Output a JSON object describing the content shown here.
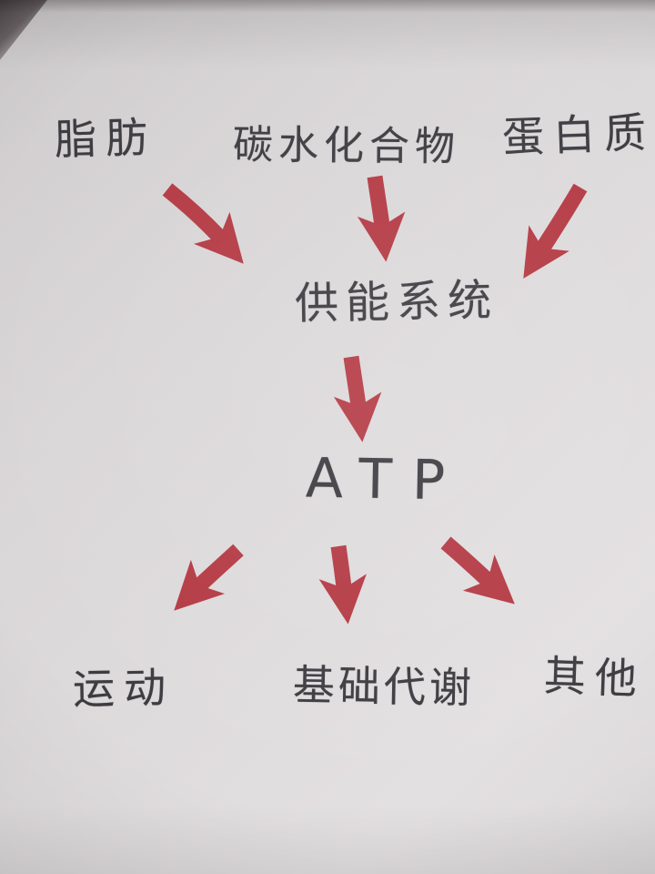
{
  "palette": {
    "paper": "#dcd9da",
    "ink": "#3c3b40",
    "arrow_red": "#b43a44"
  },
  "diagram": {
    "title": "ATP energy metabolism hand-drawn flow",
    "sources": [
      {
        "label": "脂肪"
      },
      {
        "label": "碳水化合物"
      },
      {
        "label": "蛋白质"
      }
    ],
    "middle": {
      "label": "供能系统"
    },
    "center": {
      "label": "ATP"
    },
    "outputs": [
      {
        "label": "运动"
      },
      {
        "label": "基础代谢"
      },
      {
        "label": "其他"
      }
    ],
    "edges": [
      {
        "from": "脂肪",
        "to": "供能系统"
      },
      {
        "from": "碳水化合物",
        "to": "供能系统"
      },
      {
        "from": "蛋白质",
        "to": "供能系统"
      },
      {
        "from": "供能系统",
        "to": "ATP"
      },
      {
        "from": "ATP",
        "to": "运动"
      },
      {
        "from": "ATP",
        "to": "基础代谢"
      },
      {
        "from": "ATP",
        "to": "其他"
      }
    ]
  }
}
